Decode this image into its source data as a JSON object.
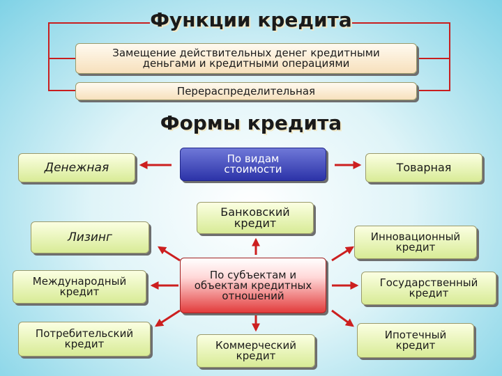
{
  "functions_title": "Функции кредита",
  "functions": [
    "Замещение   действительных денег кредитными деньгами и кредитными   операциями",
    "Перераспределительная"
  ],
  "forms_title": "Формы кредита",
  "by_value": {
    "center": "По видам стоимости",
    "left": "Денежная",
    "right": "Товарная"
  },
  "by_subject": {
    "center": "По субъектам и объектам кредитных отношений",
    "top": "Банковский кредит",
    "bottom": "Коммерческий кредит",
    "left": [
      "Лизинг",
      "Международный кредит",
      "Потребительский кредит"
    ],
    "right": [
      "Инновационный кредит",
      "Государственный кредит",
      "Ипотечный кредит"
    ]
  },
  "colors": {
    "arrow": "#cc1f1f",
    "bracket": "#c81e1e",
    "center_blue": "#2c33a8",
    "center_red": "#e23b3b"
  }
}
